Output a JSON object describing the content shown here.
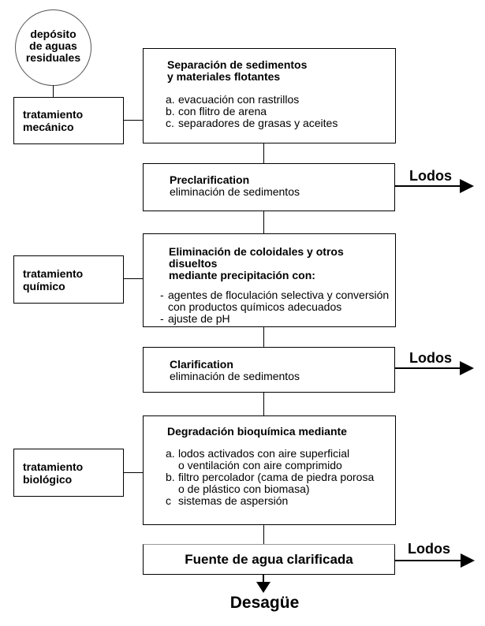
{
  "diagram": {
    "source_circle": {
      "text": "depósito\nde aguas\nresiduales"
    },
    "treatments": {
      "mechanical": {
        "text": "tratamiento\nmecánico"
      },
      "chemical": {
        "text": "tratamiento\nquímico"
      },
      "biological": {
        "text": "tratamiento\nbiológico"
      }
    },
    "boxes": {
      "separation": {
        "title": "Separación de sedimentos\ny materiales flotantes",
        "items": [
          {
            "marker": "a.",
            "text": "evacuación con rastrillos"
          },
          {
            "marker": "b.",
            "text": "con flitro de arena"
          },
          {
            "marker": "c.",
            "text": "separadores de grasas y aceites"
          }
        ]
      },
      "preclarification": {
        "title": "Preclarification",
        "subtitle": "eliminación de sedimentos"
      },
      "chemical_elimination": {
        "title": "Eliminación de coloidales y otros disueltos\nmediante precipitación con:",
        "items": [
          {
            "marker": "-",
            "text": "agentes de floculación selectiva y conversión\ncon productos químicos adecuados"
          },
          {
            "marker": "-",
            "text": "ajuste de pH"
          }
        ]
      },
      "clarification": {
        "title": "Clarification",
        "subtitle": "eliminación de sedimentos"
      },
      "biodegradation": {
        "title": "Degradación bioquímica mediante",
        "items": [
          {
            "marker": "a.",
            "text": "lodos activados con aire superficial\no ventilación con aire comprimido"
          },
          {
            "marker": "b.",
            "text": "filtro percolador (cama de piedra porosa\no de plástico con biomasa)"
          },
          {
            "marker": "c",
            "text": "sistemas de aspersión"
          }
        ]
      },
      "clarified_water": {
        "title": "Fuente de agua clarificada"
      }
    },
    "labels": {
      "sludge": "Lodos",
      "drain": "Desagüe"
    },
    "colors": {
      "line": "#000000",
      "background": "#ffffff",
      "circle_border": "#555555",
      "clarified_box_top_border": "#9a9a9a"
    }
  }
}
